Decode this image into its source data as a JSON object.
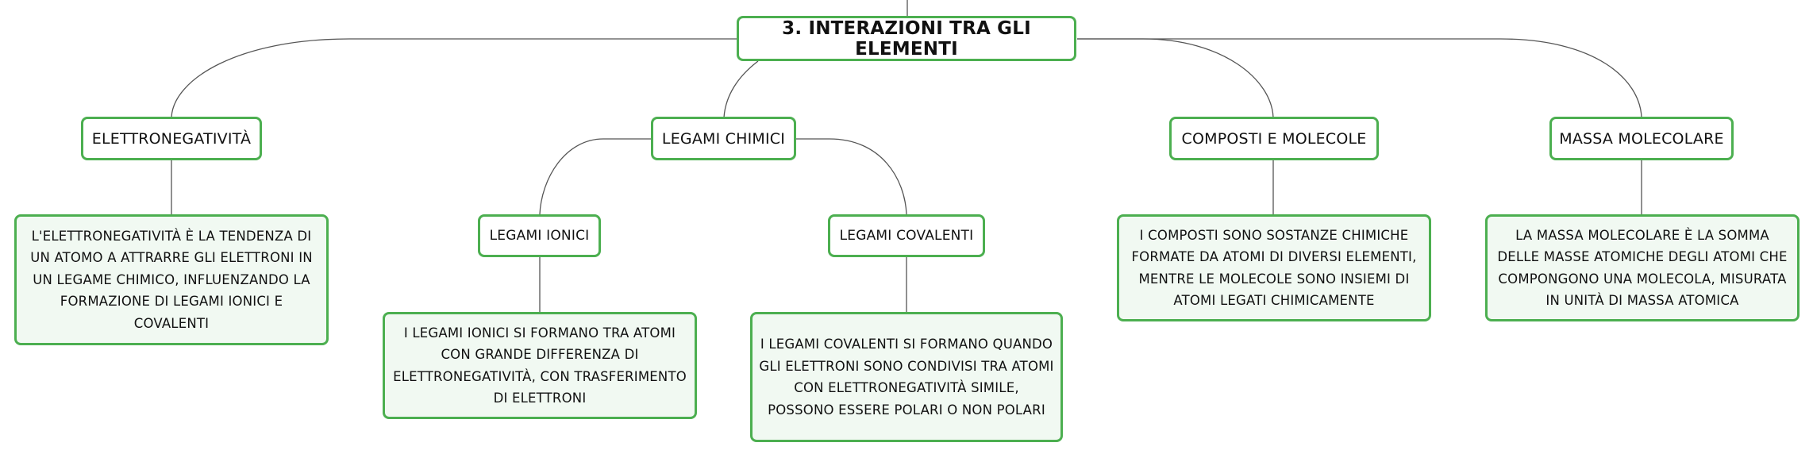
{
  "colors": {
    "border": "#4caf50",
    "leaf_fill": "#f1f9f2",
    "line": "#555555"
  },
  "root": {
    "label": "3. INTERAZIONI TRA GLI ELEMENTI"
  },
  "topics": {
    "elettronegativita": {
      "label": "ELETTRONEGATIVITÀ",
      "detail": "L'ELETTRONEGATIVITÀ È LA TENDENZA DI UN ATOMO A ATTRARRE GLI ELETTRONI IN UN LEGAME CHIMICO, INFLUENZANDO LA FORMAZIONE DI LEGAMI IONICI E COVALENTI"
    },
    "legami_chimici": {
      "label": "LEGAMI CHIMICI",
      "ionici": {
        "label": "LEGAMI IONICI",
        "detail": "I LEGAMI IONICI SI FORMANO TRA ATOMI CON GRANDE DIFFERENZA DI ELETTRONEGATIVITÀ, CON TRASFERIMENTO DI ELETTRONI"
      },
      "covalenti": {
        "label": "LEGAMI COVALENTI",
        "detail": "I LEGAMI COVALENTI SI FORMANO QUANDO GLI ELETTRONI SONO CONDIVISI TRA ATOMI CON ELETTRONEGATIVITÀ SIMILE, POSSONO ESSERE POLARI O NON POLARI"
      }
    },
    "composti": {
      "label": "COMPOSTI E MOLECOLE",
      "detail": "I COMPOSTI SONO SOSTANZE CHIMICHE FORMATE DA ATOMI DI DIVERSI ELEMENTI, MENTRE LE MOLECOLE SONO INSIEMI DI ATOMI LEGATI CHIMICAMENTE"
    },
    "massa": {
      "label": "MASSA MOLECOLARE",
      "detail": "LA MASSA MOLECOLARE È LA SOMMA DELLE MASSE ATOMICHE DEGLI ATOMI CHE COMPONGONO UNA MOLECOLA, MISURATA IN UNITÀ DI MASSA ATOMICA"
    }
  }
}
